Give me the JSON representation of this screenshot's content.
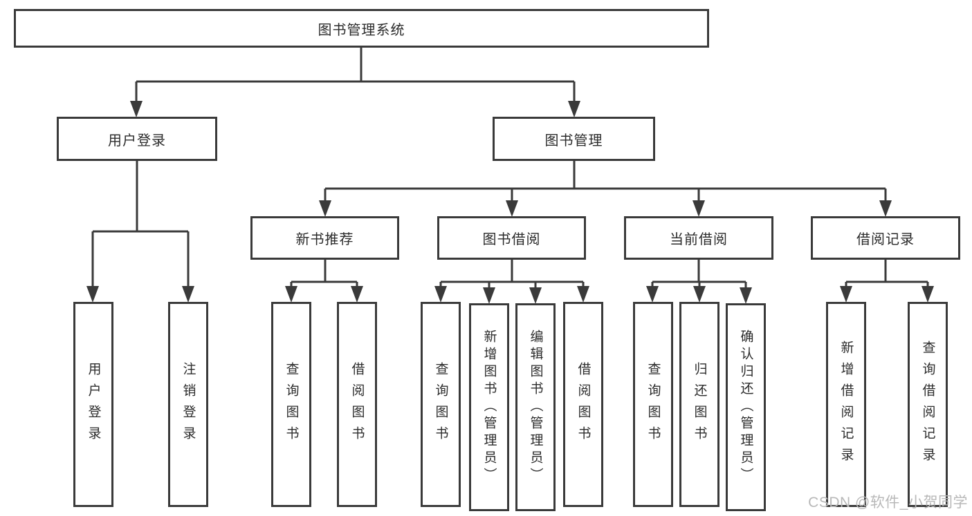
{
  "diagram": {
    "type": "hierarchy-tree",
    "root": {
      "label": "图书管理系统"
    },
    "branches": [
      {
        "label": "用户登录",
        "children": [
          {
            "label": "用户登录"
          },
          {
            "label": "注销登录"
          }
        ]
      },
      {
        "label": "图书管理",
        "children": [
          {
            "label": "新书推荐",
            "children": [
              {
                "label": "查询图书"
              },
              {
                "label": "借阅图书"
              }
            ]
          },
          {
            "label": "图书借阅",
            "children": [
              {
                "label": "查询图书"
              },
              {
                "label": "新增图书（管理员）"
              },
              {
                "label": "编辑图书（管理员）"
              },
              {
                "label": "借阅图书"
              }
            ]
          },
          {
            "label": "当前借阅",
            "children": [
              {
                "label": "查询图书"
              },
              {
                "label": "归还图书"
              },
              {
                "label": "确认归还（管理员）"
              }
            ]
          },
          {
            "label": "借阅记录",
            "children": [
              {
                "label": "新增借阅记录"
              },
              {
                "label": "查询借阅记录"
              }
            ]
          }
        ]
      }
    ]
  },
  "watermark": {
    "text": "CSDN @软件_小贺同学"
  },
  "colors": {
    "line": "#3a3a3a",
    "box_border": "#3a3a3a",
    "text": "#2b2b2b",
    "watermark": "#b8b8b8",
    "background": "#ffffff"
  }
}
